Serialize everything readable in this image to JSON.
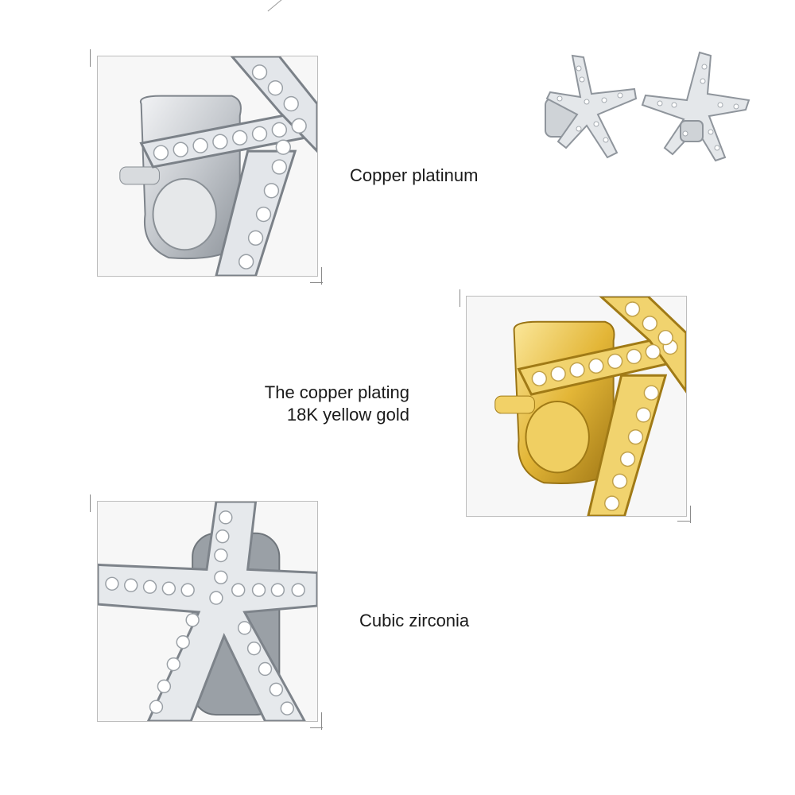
{
  "captions": {
    "copper_platinum": "Copper platinum",
    "gold_line1": "The copper plating",
    "gold_line2": "18K yellow gold",
    "cubic_zirconia": "Cubic zirconia"
  },
  "colors": {
    "silver": "#d9dde2",
    "silver_dark": "#8e949b",
    "gold": "#e8c24a",
    "gold_dark": "#b08a1e",
    "stone": "#f4f6f8"
  }
}
